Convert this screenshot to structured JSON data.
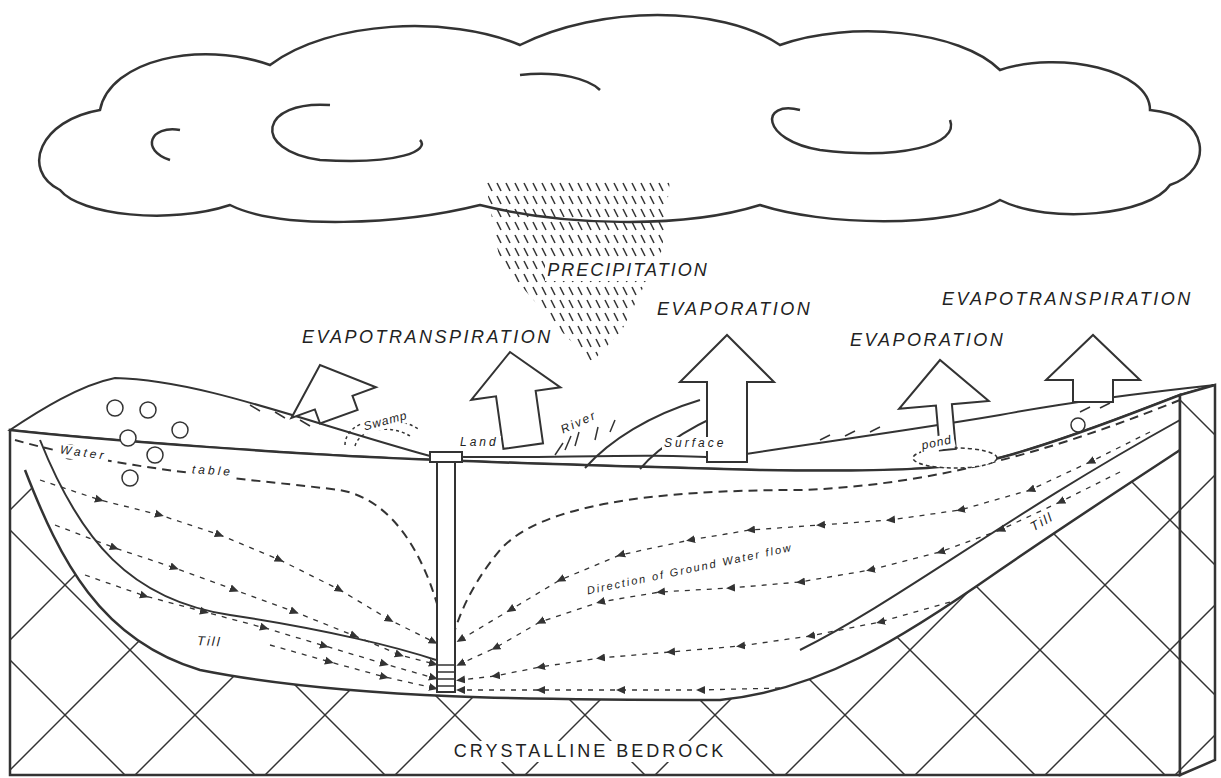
{
  "diagram": {
    "labels": [
      "PRECIPITATION",
      "EVAPOTRANSPIRATION",
      "EVAPORATION",
      "EVAPORATION",
      "EVAPOTRANSPIRATION",
      "Water",
      "table",
      "Swamp",
      "Land",
      "River",
      "Surface",
      "pond",
      "Direction of Ground Water flow",
      "Till",
      "Till",
      "CRYSTALLINE BEDROCK"
    ]
  }
}
